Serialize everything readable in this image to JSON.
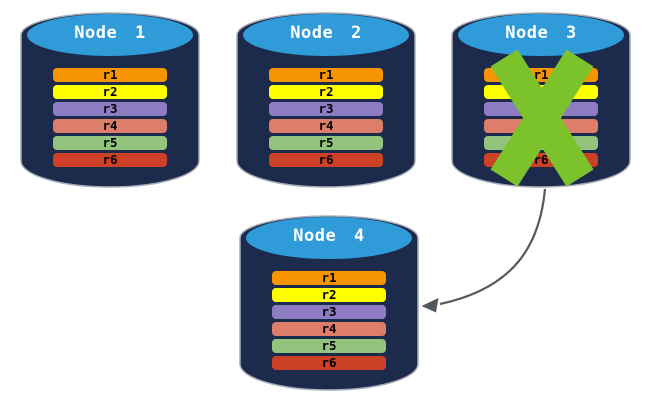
{
  "diagram_name": "database-node-replication",
  "colors": {
    "background": "#FFFFFF",
    "cylinder_body": "#1C2A4B",
    "cylinder_top": "#2F9CD9",
    "cylinder_outline": "#A8AEB9",
    "node_label": "#FFFFFF",
    "row_label": "#000000",
    "failure_x": "#7CC32B",
    "arrow": "#595959",
    "arrow_head": "#53575E"
  },
  "nodes": [
    {
      "id": "node-1",
      "label": "Node 1",
      "failed": false,
      "rows": [
        {
          "label": "r1",
          "color": "#F79402"
        },
        {
          "label": "r2",
          "color": "#FFFF00"
        },
        {
          "label": "r3",
          "color": "#8E7CC3"
        },
        {
          "label": "r4",
          "color": "#DD7E6B"
        },
        {
          "label": "r5",
          "color": "#93C47D"
        },
        {
          "label": "r6",
          "color": "#CC4125"
        }
      ]
    },
    {
      "id": "node-2",
      "label": "Node 2",
      "failed": false,
      "rows": [
        {
          "label": "r1",
          "color": "#F79402"
        },
        {
          "label": "r2",
          "color": "#FFFF00"
        },
        {
          "label": "r3",
          "color": "#8E7CC3"
        },
        {
          "label": "r4",
          "color": "#DD7E6B"
        },
        {
          "label": "r5",
          "color": "#93C47D"
        },
        {
          "label": "r6",
          "color": "#CC4125"
        }
      ]
    },
    {
      "id": "node-3",
      "label": "Node 3",
      "failed": true,
      "rows": [
        {
          "label": "r1",
          "color": "#F79402"
        },
        {
          "label": "r2",
          "color": "#FFFF00"
        },
        {
          "label": "r3",
          "color": "#8E7CC3"
        },
        {
          "label": "r4",
          "color": "#DD7E6B"
        },
        {
          "label": "r5",
          "color": "#93C47D"
        },
        {
          "label": "r6",
          "color": "#CC4125"
        }
      ]
    },
    {
      "id": "node-4",
      "label": "Node 4",
      "failed": false,
      "rows": [
        {
          "label": "r1",
          "color": "#F79402"
        },
        {
          "label": "r2",
          "color": "#FFFF00"
        },
        {
          "label": "r3",
          "color": "#8E7CC3"
        },
        {
          "label": "r4",
          "color": "#DD7E6B"
        },
        {
          "label": "r5",
          "color": "#93C47D"
        },
        {
          "label": "r6",
          "color": "#CC4125"
        }
      ]
    }
  ],
  "arrow": {
    "from": "Node 3",
    "to": "Node 4"
  }
}
